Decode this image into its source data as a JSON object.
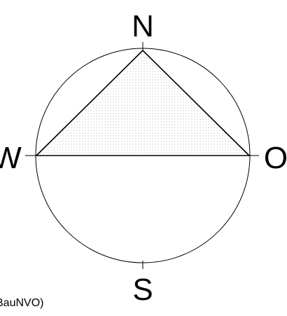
{
  "diagram": {
    "directions": {
      "north": "N",
      "east": "O",
      "south": "S",
      "west": "W"
    },
    "caption": "BauNVO)"
  },
  "colors": {
    "stroke": "#000000",
    "background": "#ffffff",
    "dot": "#9a9a9a"
  }
}
